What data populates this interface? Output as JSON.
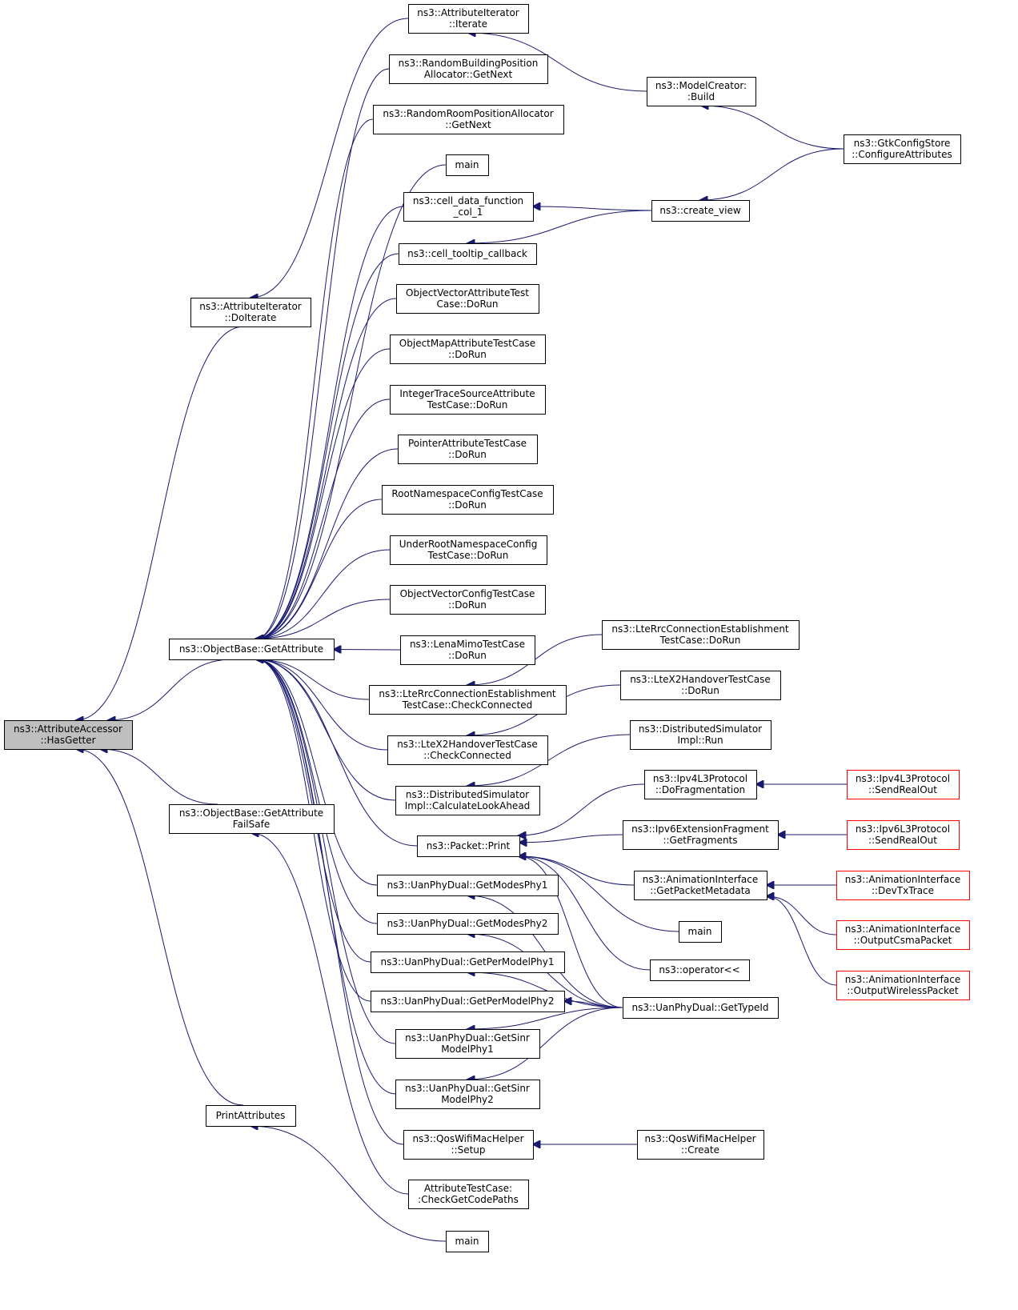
{
  "graph": {
    "title": "",
    "nodes": [
      {
        "id": "root",
        "lines": [
          "ns3::AttributeAccessor",
          "::HasGetter"
        ],
        "style": "root"
      },
      {
        "id": "doIterate",
        "lines": [
          "ns3::AttributeIterator",
          "::DoIterate"
        ]
      },
      {
        "id": "getAttribute",
        "lines": [
          "ns3::ObjectBase::GetAttribute"
        ]
      },
      {
        "id": "getAttributeFailSafe",
        "lines": [
          "ns3::ObjectBase::GetAttribute",
          "FailSafe"
        ]
      },
      {
        "id": "printAttributes",
        "lines": [
          "PrintAttributes"
        ]
      },
      {
        "id": "iterate",
        "lines": [
          "ns3::AttributeIterator",
          "::Iterate"
        ]
      },
      {
        "id": "randomBuilding",
        "lines": [
          "ns3::RandomBuildingPosition",
          "Allocator::GetNext"
        ]
      },
      {
        "id": "randomRoom",
        "lines": [
          "ns3::RandomRoomPositionAllocator",
          "::GetNext"
        ]
      },
      {
        "id": "main1",
        "lines": [
          "main"
        ]
      },
      {
        "id": "cellData",
        "lines": [
          "ns3::cell_data_function",
          "_col_1"
        ]
      },
      {
        "id": "cellTooltip",
        "lines": [
          "ns3::cell_tooltip_callback"
        ]
      },
      {
        "id": "objVectorAttr",
        "lines": [
          "ObjectVectorAttributeTest",
          "Case::DoRun"
        ]
      },
      {
        "id": "objMapAttr",
        "lines": [
          "ObjectMapAttributeTestCase",
          "::DoRun"
        ]
      },
      {
        "id": "intTrace",
        "lines": [
          "IntegerTraceSourceAttribute",
          "TestCase::DoRun"
        ]
      },
      {
        "id": "pointerAttr",
        "lines": [
          "PointerAttributeTestCase",
          "::DoRun"
        ]
      },
      {
        "id": "rootNs",
        "lines": [
          "RootNamespaceConfigTestCase",
          "::DoRun"
        ]
      },
      {
        "id": "underRoot",
        "lines": [
          "UnderRootNamespaceConfig",
          "TestCase::DoRun"
        ]
      },
      {
        "id": "objVectorConfig",
        "lines": [
          "ObjectVectorConfigTestCase",
          "::DoRun"
        ]
      },
      {
        "id": "lenaMimo",
        "lines": [
          "ns3::LenaMimoTestCase",
          "::DoRun"
        ]
      },
      {
        "id": "lteRrcCheck",
        "lines": [
          "ns3::LteRrcConnectionEstablishment",
          "TestCase::CheckConnected"
        ]
      },
      {
        "id": "lteX2Check",
        "lines": [
          "ns3::LteX2HandoverTestCase",
          "::CheckConnected"
        ]
      },
      {
        "id": "distLookAhead",
        "lines": [
          "ns3::DistributedSimulator",
          "Impl::CalculateLookAhead"
        ]
      },
      {
        "id": "packetPrint",
        "lines": [
          "ns3::Packet::Print"
        ]
      },
      {
        "id": "modes1",
        "lines": [
          "ns3::UanPhyDual::GetModesPhy1"
        ]
      },
      {
        "id": "modes2",
        "lines": [
          "ns3::UanPhyDual::GetModesPhy2"
        ]
      },
      {
        "id": "perModel1",
        "lines": [
          "ns3::UanPhyDual::GetPerModelPhy1"
        ]
      },
      {
        "id": "perModel2",
        "lines": [
          "ns3::UanPhyDual::GetPerModelPhy2"
        ]
      },
      {
        "id": "sinr1",
        "lines": [
          "ns3::UanPhyDual::GetSinr",
          "ModelPhy1"
        ]
      },
      {
        "id": "sinr2",
        "lines": [
          "ns3::UanPhyDual::GetSinr",
          "ModelPhy2"
        ]
      },
      {
        "id": "qosSetup",
        "lines": [
          "ns3::QosWifiMacHelper",
          "::Setup"
        ]
      },
      {
        "id": "checkGet",
        "lines": [
          "AttributeTestCase:",
          ":CheckGetCodePaths"
        ]
      },
      {
        "id": "main2",
        "lines": [
          "main"
        ]
      },
      {
        "id": "modelCreator",
        "lines": [
          "ns3::ModelCreator:",
          ":Build"
        ]
      },
      {
        "id": "gtkConfig",
        "lines": [
          "ns3::GtkConfigStore",
          "::ConfigureAttributes"
        ]
      },
      {
        "id": "createView",
        "lines": [
          "ns3::create_view"
        ]
      },
      {
        "id": "lteRrcDoRun",
        "lines": [
          "ns3::LteRrcConnectionEstablishment",
          "TestCase::DoRun"
        ]
      },
      {
        "id": "lteX2DoRun",
        "lines": [
          "ns3::LteX2HandoverTestCase",
          "::DoRun"
        ]
      },
      {
        "id": "distRun",
        "lines": [
          "ns3::DistributedSimulator",
          "Impl::Run"
        ]
      },
      {
        "id": "ipv4Frag",
        "lines": [
          "ns3::Ipv4L3Protocol",
          "::DoFragmentation"
        ]
      },
      {
        "id": "ipv6Frag",
        "lines": [
          "ns3::Ipv6ExtensionFragment",
          "::GetFragments"
        ]
      },
      {
        "id": "animMeta",
        "lines": [
          "ns3::AnimationInterface",
          "::GetPacketMetadata"
        ]
      },
      {
        "id": "main3",
        "lines": [
          "main"
        ]
      },
      {
        "id": "operatorOut",
        "lines": [
          "ns3::operator<<"
        ]
      },
      {
        "id": "uanTypeId",
        "lines": [
          "ns3::UanPhyDual::GetTypeId"
        ]
      },
      {
        "id": "qosCreate",
        "lines": [
          "ns3::QosWifiMacHelper",
          "::Create"
        ]
      },
      {
        "id": "ipv4Send",
        "lines": [
          "ns3::Ipv4L3Protocol",
          "::SendRealOut"
        ],
        "style": "red"
      },
      {
        "id": "ipv6Send",
        "lines": [
          "ns3::Ipv6L3Protocol",
          "::SendRealOut"
        ],
        "style": "red"
      },
      {
        "id": "devTx",
        "lines": [
          "ns3::AnimationInterface",
          "::DevTxTrace"
        ],
        "style": "red"
      },
      {
        "id": "outCsma",
        "lines": [
          "ns3::AnimationInterface",
          "::OutputCsmaPacket"
        ],
        "style": "red"
      },
      {
        "id": "outWireless",
        "lines": [
          "ns3::AnimationInterface",
          "::OutputWirelessPacket"
        ],
        "style": "red"
      }
    ],
    "edges": [
      [
        "doIterate",
        "root"
      ],
      [
        "getAttribute",
        "root"
      ],
      [
        "getAttributeFailSafe",
        "root"
      ],
      [
        "printAttributes",
        "root"
      ],
      [
        "iterate",
        "doIterate"
      ],
      [
        "randomBuilding",
        "getAttribute"
      ],
      [
        "randomRoom",
        "getAttribute"
      ],
      [
        "main1",
        "getAttribute"
      ],
      [
        "cellData",
        "getAttribute"
      ],
      [
        "cellTooltip",
        "getAttribute"
      ],
      [
        "objVectorAttr",
        "getAttribute"
      ],
      [
        "objMapAttr",
        "getAttribute"
      ],
      [
        "intTrace",
        "getAttribute"
      ],
      [
        "pointerAttr",
        "getAttribute"
      ],
      [
        "rootNs",
        "getAttribute"
      ],
      [
        "underRoot",
        "getAttribute"
      ],
      [
        "objVectorConfig",
        "getAttribute"
      ],
      [
        "lenaMimo",
        "getAttribute"
      ],
      [
        "lteRrcCheck",
        "getAttribute"
      ],
      [
        "lteX2Check",
        "getAttribute"
      ],
      [
        "distLookAhead",
        "getAttribute"
      ],
      [
        "packetPrint",
        "getAttribute"
      ],
      [
        "modes1",
        "getAttribute"
      ],
      [
        "modes2",
        "getAttribute"
      ],
      [
        "perModel1",
        "getAttribute"
      ],
      [
        "perModel2",
        "getAttribute"
      ],
      [
        "sinr1",
        "getAttribute"
      ],
      [
        "sinr2",
        "getAttribute"
      ],
      [
        "qosSetup",
        "getAttribute"
      ],
      [
        "checkGet",
        "getAttributeFailSafe"
      ],
      [
        "main2",
        "printAttributes"
      ],
      [
        "modelCreator",
        "iterate"
      ],
      [
        "gtkConfig",
        "modelCreator"
      ],
      [
        "gtkConfig",
        "createView"
      ],
      [
        "createView",
        "cellData"
      ],
      [
        "createView",
        "cellTooltip"
      ],
      [
        "lteRrcDoRun",
        "lteRrcCheck"
      ],
      [
        "lteX2DoRun",
        "lteX2Check"
      ],
      [
        "distRun",
        "distLookAhead"
      ],
      [
        "ipv4Frag",
        "packetPrint"
      ],
      [
        "ipv6Frag",
        "packetPrint"
      ],
      [
        "animMeta",
        "packetPrint"
      ],
      [
        "main3",
        "packetPrint"
      ],
      [
        "operatorOut",
        "packetPrint"
      ],
      [
        "uanTypeId",
        "packetPrint"
      ],
      [
        "uanTypeId",
        "modes1"
      ],
      [
        "uanTypeId",
        "modes2"
      ],
      [
        "uanTypeId",
        "perModel1"
      ],
      [
        "uanTypeId",
        "perModel2"
      ],
      [
        "uanTypeId",
        "sinr1"
      ],
      [
        "uanTypeId",
        "sinr2"
      ],
      [
        "qosCreate",
        "qosSetup"
      ],
      [
        "ipv4Send",
        "ipv4Frag"
      ],
      [
        "ipv6Send",
        "ipv6Frag"
      ],
      [
        "devTx",
        "animMeta"
      ],
      [
        "outCsma",
        "animMeta"
      ],
      [
        "outWireless",
        "animMeta"
      ]
    ]
  }
}
